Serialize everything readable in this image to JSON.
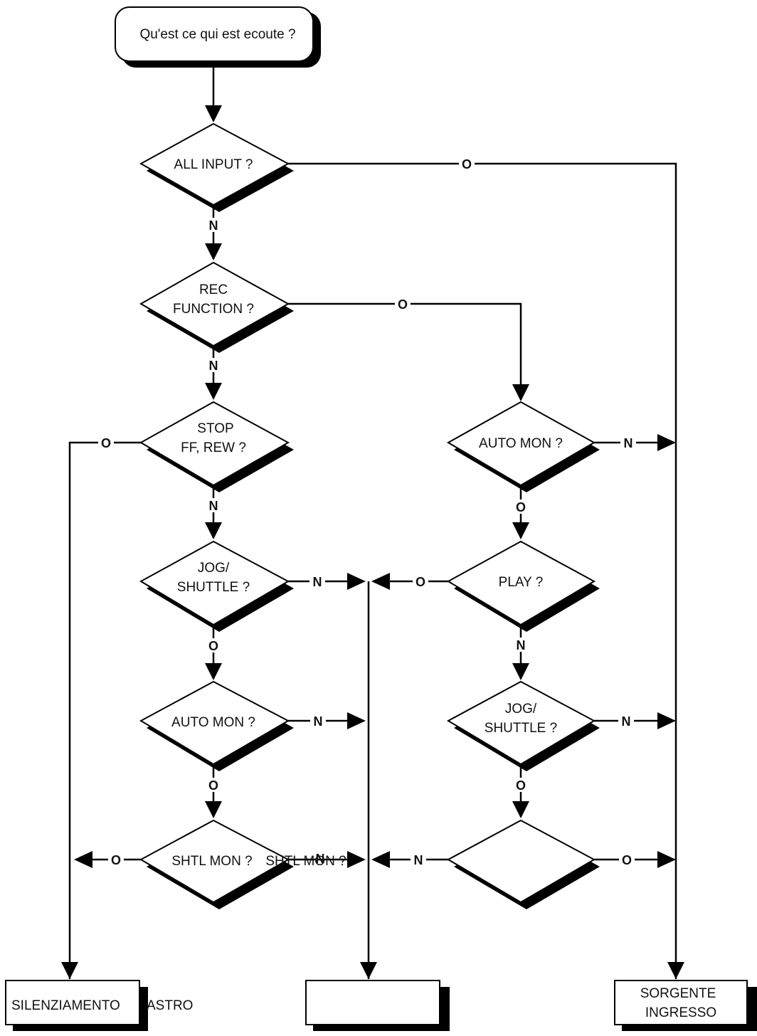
{
  "nodes": {
    "start": "Qu'est ce qui est ecoute ?",
    "all_input": [
      "ALL INPUT ?"
    ],
    "rec_function": [
      "REC",
      "FUNCTION ?"
    ],
    "stop_ff_rew": [
      "STOP",
      "FF, REW ?"
    ],
    "jog_shuttle_left": [
      "JOG/",
      "SHUTTLE ?"
    ],
    "auto_mon_left": [
      "AUTO MON ?"
    ],
    "shtl_mon": [
      "SHTL MON ?"
    ],
    "shtl_mon_overlay": "SHTL MON ?",
    "auto_mon_right": [
      "AUTO MON ?"
    ],
    "play": [
      "PLAY ?"
    ],
    "jog_shuttle_right": [
      "JOG/",
      "SHUTTLE ?"
    ],
    "blank_decision": []
  },
  "outcomes": {
    "silence": [
      "SILENZIAMENTO",
      "ASTRO"
    ],
    "middle": [],
    "source": [
      "SORGENTE",
      "INGRESSO"
    ]
  },
  "branch_labels": {
    "yes": "O",
    "no": "N"
  }
}
